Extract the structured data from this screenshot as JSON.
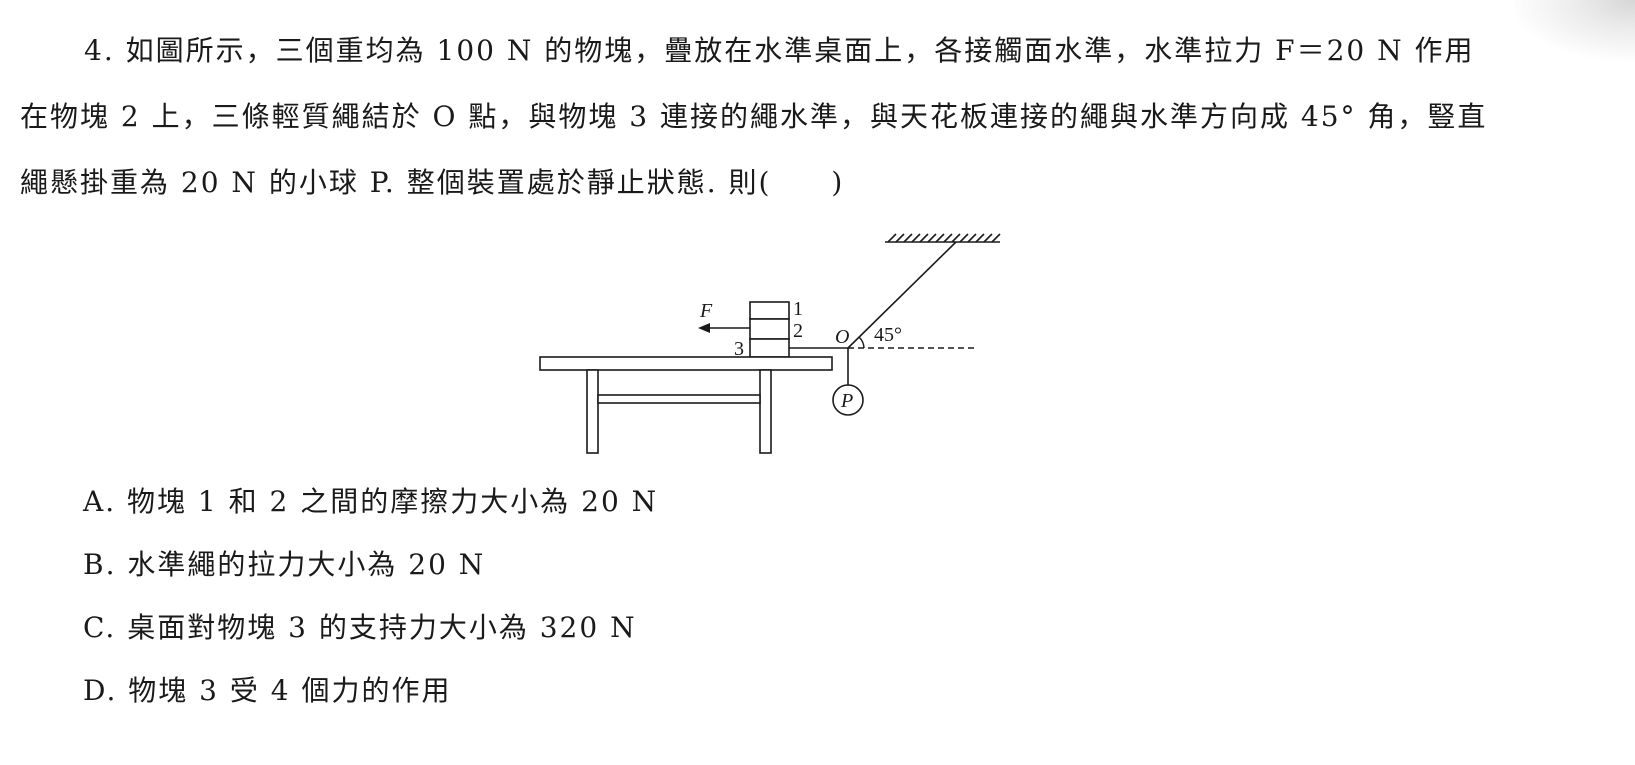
{
  "question": {
    "line1": "4. 如圖所示，三個重均為 100 N 的物塊，疊放在水準桌面上，各接觸面水準，水準拉力 F＝20 N 作用",
    "line2": "在物塊 2 上，三條輕質繩結於 O 點，與物塊 3 連接的繩水準，與天花板連接的繩與水準方向成 45° 角，豎直",
    "line3": "繩懸掛重為 20 N 的小球 P. 整個裝置處於靜止狀態. 則(　　)"
  },
  "figure": {
    "force_label": "F",
    "block_labels": [
      "1",
      "2",
      "3"
    ],
    "knot_label": "O",
    "angle_label": "45°",
    "ball_label": "P"
  },
  "options": [
    "A. 物塊 1 和 2 之間的摩擦力大小為 20 N",
    "B. 水準繩的拉力大小為 20 N",
    "C. 桌面對物塊 3 的支持力大小為 320 N",
    "D. 物塊 3 受 4 個力的作用"
  ]
}
